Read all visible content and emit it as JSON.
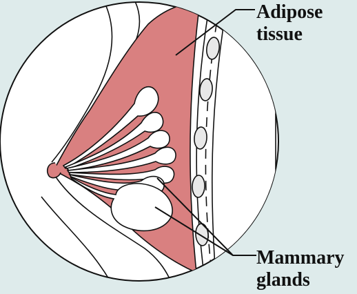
{
  "labels": {
    "adipose": [
      "Adipose",
      "tissue"
    ],
    "mammary": [
      "Mammary",
      "glands"
    ]
  },
  "colors": {
    "background": "#deebeb",
    "adipose_fill": "#d98080",
    "gland_fill": "#ffffff",
    "circle_fill": "#ffffff",
    "outline": "#111111"
  }
}
